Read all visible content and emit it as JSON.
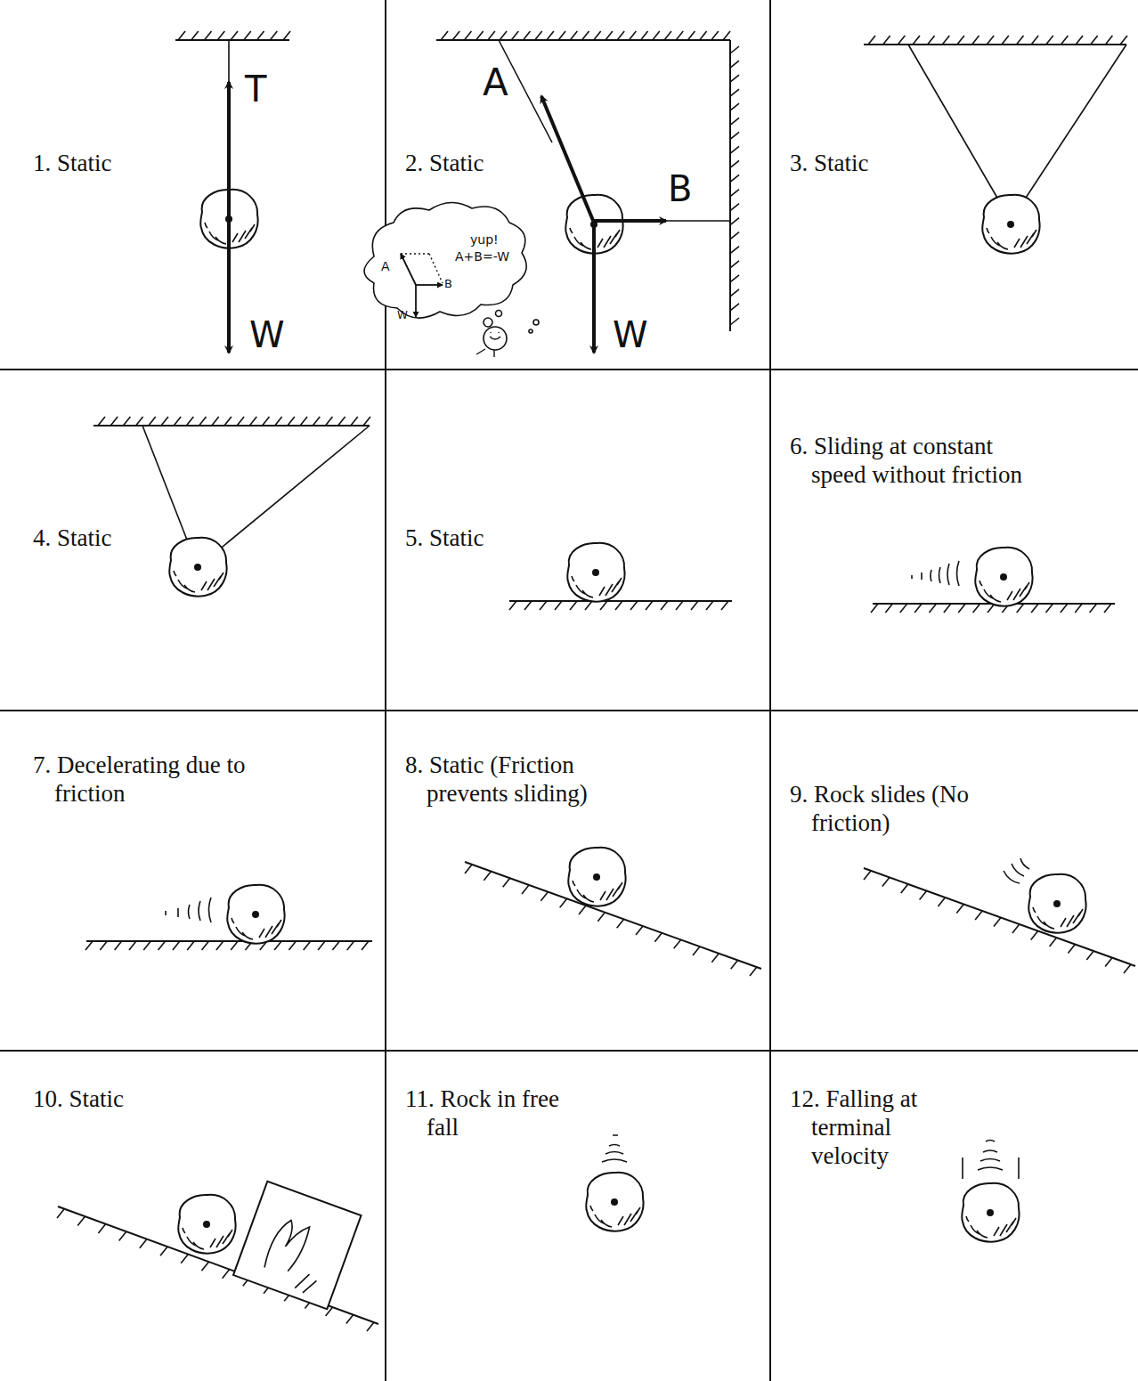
{
  "diagram": {
    "labels": [
      "1. Static",
      "T",
      "W",
      "2. Static",
      "A",
      "B",
      "W",
      "A",
      "B",
      "W",
      "yup!",
      "A+B=-W",
      "3. Static",
      "4. Static",
      "5. Static",
      "6. Sliding at constant speed without friction",
      "7. Decelerating due to friction",
      "8. Static (Friction prevents sliding)",
      "9. Rock slides (No friction)",
      "10. Static",
      "11. Rock in free fall",
      "12. Falling at terminal velocity"
    ]
  }
}
